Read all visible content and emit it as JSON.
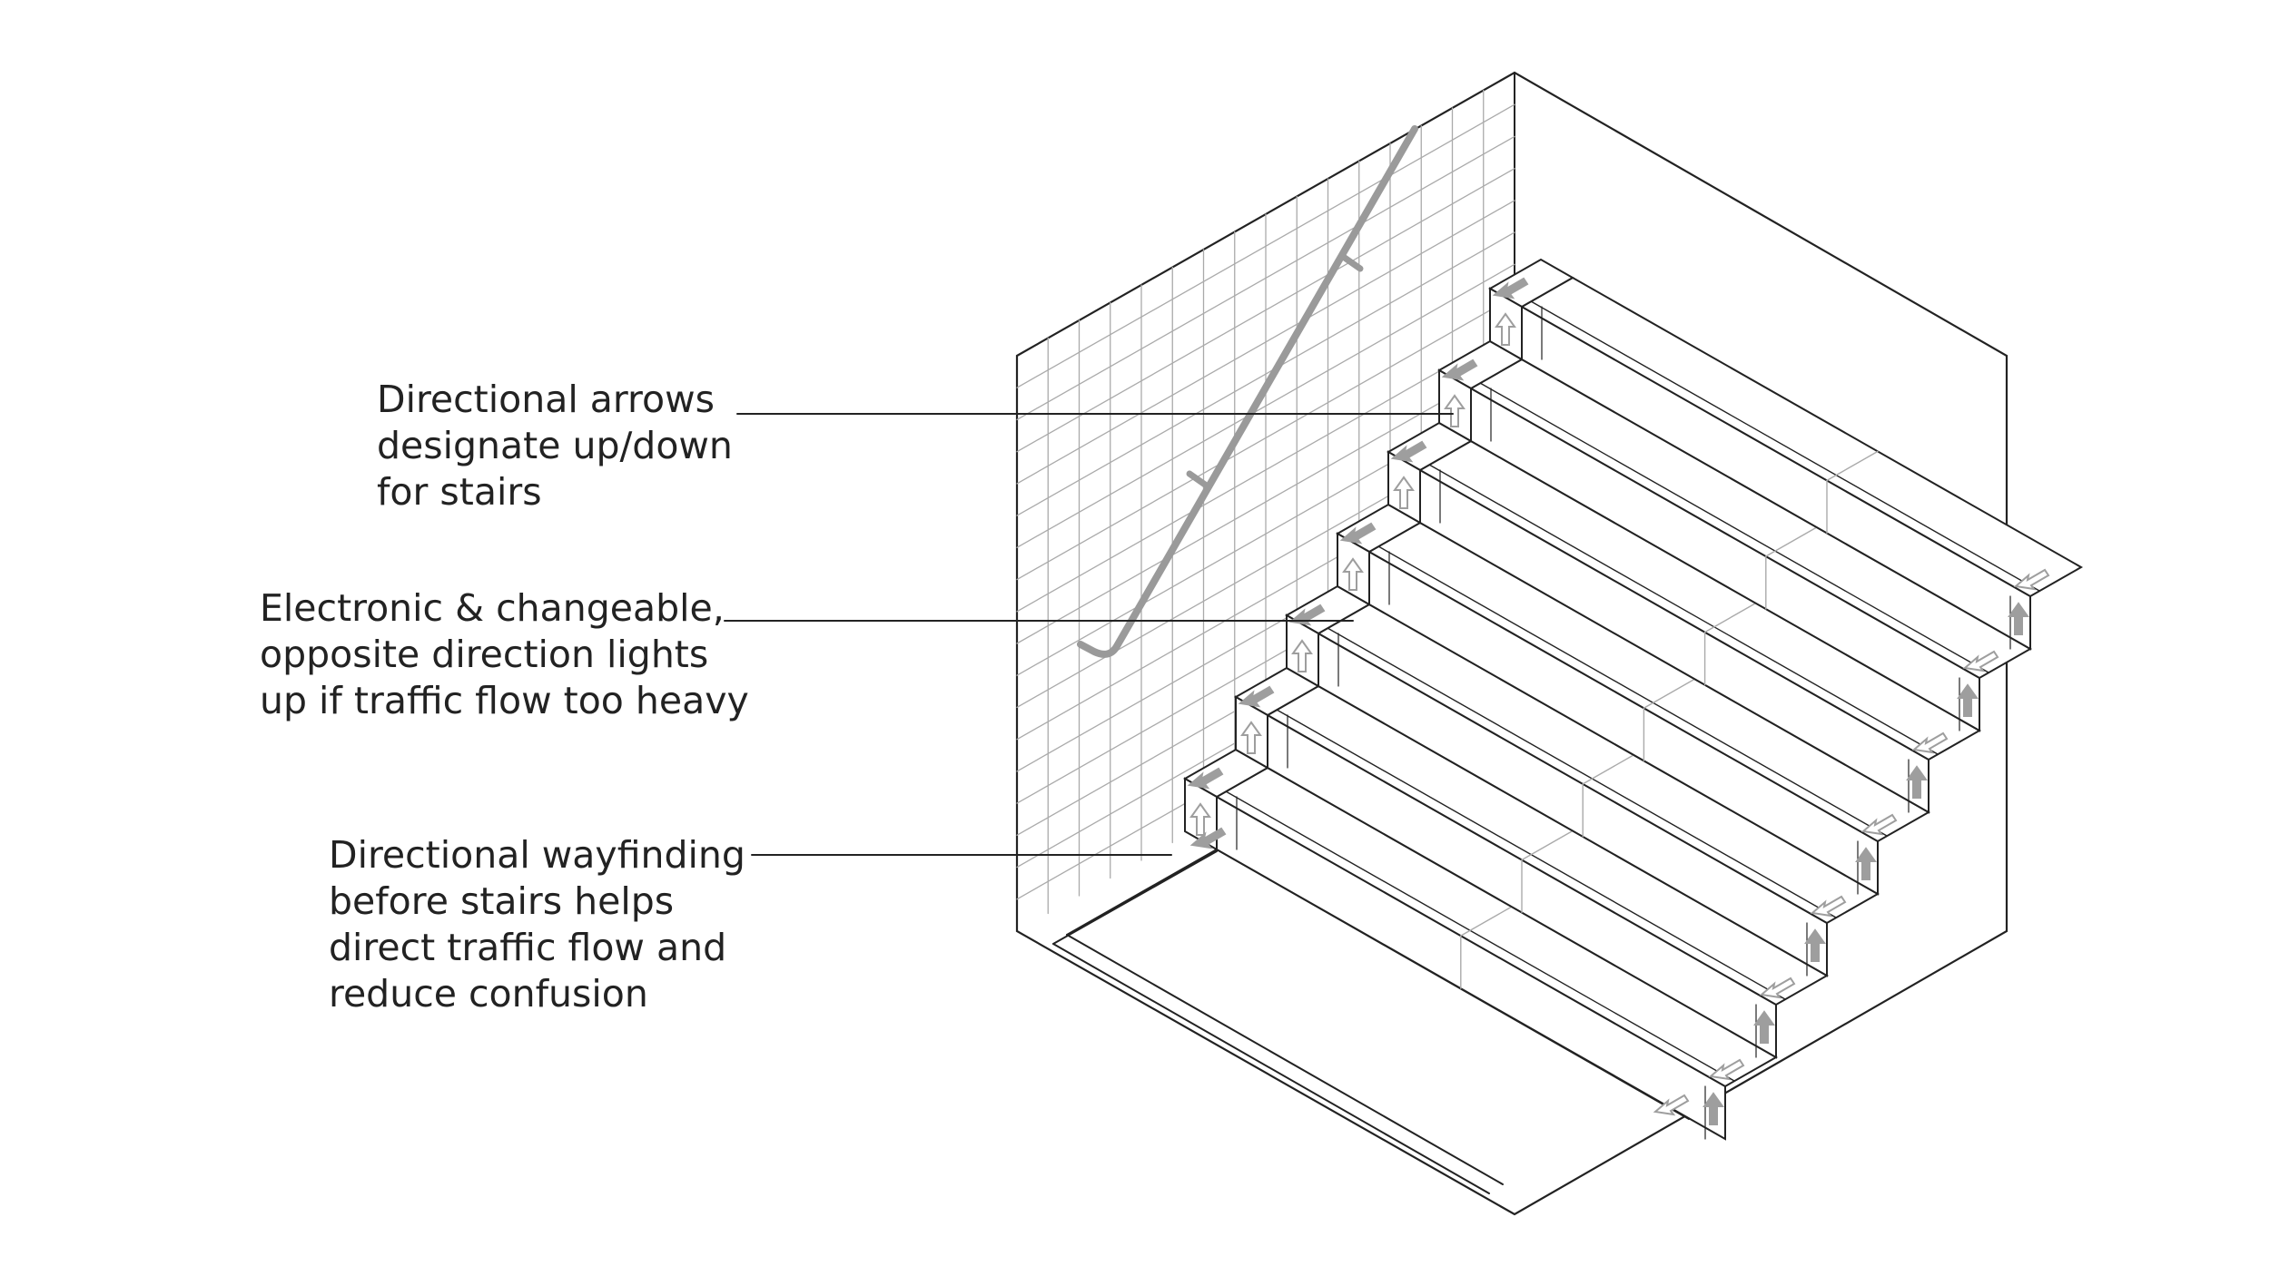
{
  "callouts": [
    {
      "lines": [
        "Directional arrows",
        "designate up/down",
        "for stairs"
      ]
    },
    {
      "lines": [
        "Electronic & changeable,",
        "opposite direction lights",
        "up if traffic flow too heavy"
      ]
    },
    {
      "lines": [
        "Directional wayfinding",
        "before stairs helps",
        "direct traffic flow and",
        "reduce confusion"
      ]
    }
  ],
  "colors": {
    "line": "#222222",
    "grid": "#aaaaaa",
    "arrow": "#9e9e9e",
    "rail": "#9a9a9a",
    "text": "#222222"
  },
  "icons": [
    "up-arrow-icon",
    "left-down-arrow-icon",
    "handrail"
  ]
}
